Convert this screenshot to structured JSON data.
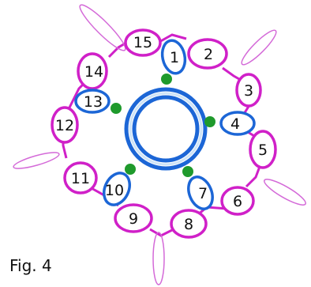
{
  "caption": "Fig. 4",
  "colors": {
    "inner_ring": "#1c66d6",
    "inner_ring_light": "#cfe4f7",
    "outer_ring": "#d020c8",
    "outer_ring_light": "#f0c8ef",
    "picot": "#d46ad8",
    "dot": "#1f9a2c",
    "ring_fill": "#ffffff"
  },
  "icons": {
    "center_ring": "double-circle",
    "joins": "green-dot",
    "picots": "long-loop"
  },
  "inner_rings": [
    {
      "label": "1"
    },
    {
      "label": "4"
    },
    {
      "label": "7"
    },
    {
      "label": "10"
    },
    {
      "label": "13"
    }
  ],
  "outer_rings": [
    {
      "label": "2"
    },
    {
      "label": "3"
    },
    {
      "label": "5"
    },
    {
      "label": "6"
    },
    {
      "label": "8"
    },
    {
      "label": "9"
    },
    {
      "label": "11"
    },
    {
      "label": "12"
    },
    {
      "label": "14"
    },
    {
      "label": "15"
    }
  ]
}
